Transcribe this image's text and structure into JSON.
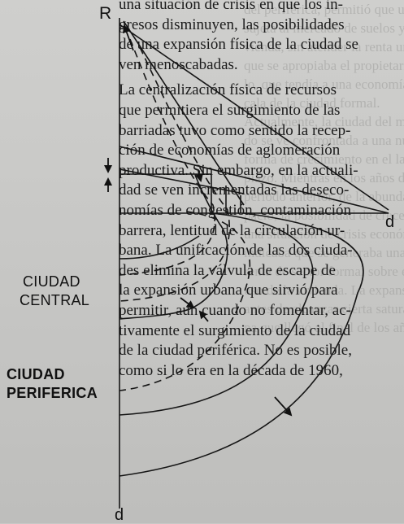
{
  "diagram": {
    "axis_top_label": "R",
    "axis_bottom_label": "d",
    "axis_right_label": "d",
    "central_label_line1": "CIUDAD",
    "central_label_line2": "CENTRAL",
    "periphery_label_line1": "CIUDAD",
    "periphery_label_line2": "PERIFERICA"
  },
  "text": {
    "lines": [
      "una situación de crisis en que los in-",
      "gresos disminuyen, las posibilidades",
      "de una expansión física de la ciudad se",
      "ven menoscabadas.",
      "La centralización física de recursos",
      "que permitiera el surgimiento de las",
      "barriadas tuvo como sentido la recep-",
      "ción de economías de aglomeración",
      "productiva. Sin embargo, en la actuali-",
      "dad se ven incrementadas las deseco-",
      "nomías de congestión, contaminación",
      "barrera, lentitud de la circulación ur-",
      "bana. La unificación de las dos ciuda-",
      "des elimina la válvula de escape de",
      "la expansión urbana que sirvió para",
      "permitir, aun cuando no fomentar, ac-",
      "tivamente el surgimiento de la ciudad",
      "de la ciudad periférica. No es posible,",
      "como si lo era en la década de 1960,"
    ]
  },
  "bleed_through": {
    "lines": [
      "del periférica, permitió que una pro-",
      "sujeta al mercado de suelos y de vi-",
      "vienda, sin atender la renta urbana",
      "que se apropiaba el propietario del sue-",
      "lo, que tendía a una economía en es-",
      "cala de la ciudad formal.",
      "Actualmente, la ciudad del merca-",
      "do se ve confrontada a una nueva",
      "forma de crecimiento en el largo",
      "plazo. Mientras en los años del",
      "período anterior, de la abundancia de es-",
      "pacio, la posibilidad de crecer",
      "una situación de crisis económica",
      "indicaba que se generaba una",
      "renta de sector formal sobre el",
      "uso de la vivienda. La expansión",
      "antes de alcanzar cierta saturación urba-",
      "na que llegó al final de los años sesenta."
    ]
  },
  "colors": {
    "ink": "#1c1c1c",
    "paper": "#c8c8c6"
  }
}
